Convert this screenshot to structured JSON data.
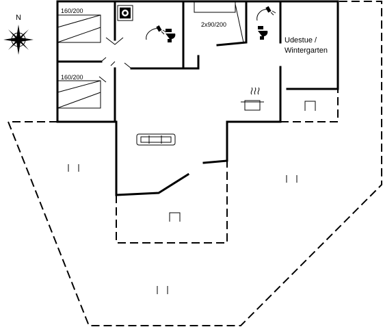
{
  "compass": {
    "north_label": "N"
  },
  "rooms": {
    "bedroom_1": {
      "bed_label": "160/200"
    },
    "bedroom_2": {
      "bed_label": "160/200"
    },
    "bedroom_3": {
      "bed_label": "2x90/200"
    },
    "conservatory": {
      "label_line1": "Udestue /",
      "label_line2": "Wintergarten"
    }
  },
  "icons": [
    "compass-rose-icon",
    "washing-machine-icon",
    "shower-icon",
    "toilet-icon",
    "stove-pot-icon",
    "sofa-icon",
    "garden-chair-icon"
  ]
}
